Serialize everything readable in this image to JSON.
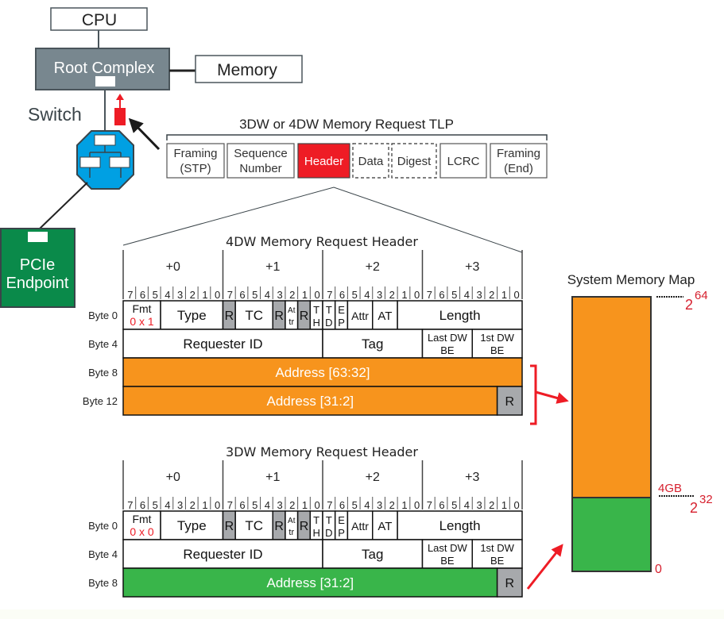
{
  "topology": {
    "cpu": "CPU",
    "root_complex": "Root Complex",
    "memory": "Memory",
    "switch": "Switch",
    "endpoint_line1": "PCIe",
    "endpoint_line2": "Endpoint"
  },
  "tlp": {
    "title": "3DW or 4DW Memory Request TLP",
    "fields": [
      {
        "line1": "Framing",
        "line2": "(STP)",
        "style": "solid"
      },
      {
        "line1": "Sequence",
        "line2": "Number",
        "style": "solid"
      },
      {
        "line1": "Header",
        "line2": "",
        "style": "highlight"
      },
      {
        "line1": "Data",
        "line2": "",
        "style": "dashed"
      },
      {
        "line1": "Digest",
        "line2": "",
        "style": "dashed"
      },
      {
        "line1": "LCRC",
        "line2": "",
        "style": "solid"
      },
      {
        "line1": "Framing",
        "line2": "(End)",
        "style": "solid"
      }
    ]
  },
  "header4dw": {
    "title": "4DW Memory Request Header",
    "byte_offsets": [
      "+0",
      "+1",
      "+2",
      "+3"
    ],
    "bits": [
      "7",
      "6",
      "5",
      "4",
      "3",
      "2",
      "1",
      "0"
    ],
    "row_labels": [
      "Byte 0",
      "Byte 4",
      "Byte 8",
      "Byte 12"
    ],
    "fmt_label": "Fmt",
    "fmt_value": "0 x 1",
    "address_high": "Address [63:32]",
    "address_low": "Address [31:2]",
    "reserved": "R"
  },
  "header3dw": {
    "title": "3DW Memory Request Header",
    "byte_offsets": [
      "+0",
      "+1",
      "+2",
      "+3"
    ],
    "bits": [
      "7",
      "6",
      "5",
      "4",
      "3",
      "2",
      "1",
      "0"
    ],
    "row_labels": [
      "Byte 0",
      "Byte 4",
      "Byte 8"
    ],
    "fmt_label": "Fmt",
    "fmt_value": "0 x 0",
    "address_low": "Address [31:2]",
    "reserved": "R"
  },
  "common_fields": {
    "type": "Type",
    "r": "R",
    "tc": "TC",
    "attr_small_1": "At",
    "attr_small_2": "tr",
    "th_1": "T",
    "th_2": "H",
    "td_1": "T",
    "td_2": "D",
    "ep_1": "E",
    "ep_2": "P",
    "attr": "Attr",
    "at": "AT",
    "length": "Length",
    "requester_id": "Requester ID",
    "tag": "Tag",
    "last_dw_be_1": "Last DW",
    "last_dw_be_2": "BE",
    "first_dw_be_1": "1st DW",
    "first_dw_be_2": "BE"
  },
  "memory_map": {
    "title": "System Memory Map",
    "top_base": "2",
    "top_exp": "64",
    "mid_label": "4GB",
    "mid_base": "2",
    "mid_exp": "32",
    "bottom_label": "0"
  },
  "colors": {
    "orange": "#f7941d",
    "green": "#39b54a",
    "red": "#ee1c25",
    "blue": "#00a0e3",
    "endpoint_green": "#0a8a4a",
    "root_gray": "#78878f",
    "reserved_gray": "#a7a9ac",
    "label_red": "#d6202e"
  }
}
